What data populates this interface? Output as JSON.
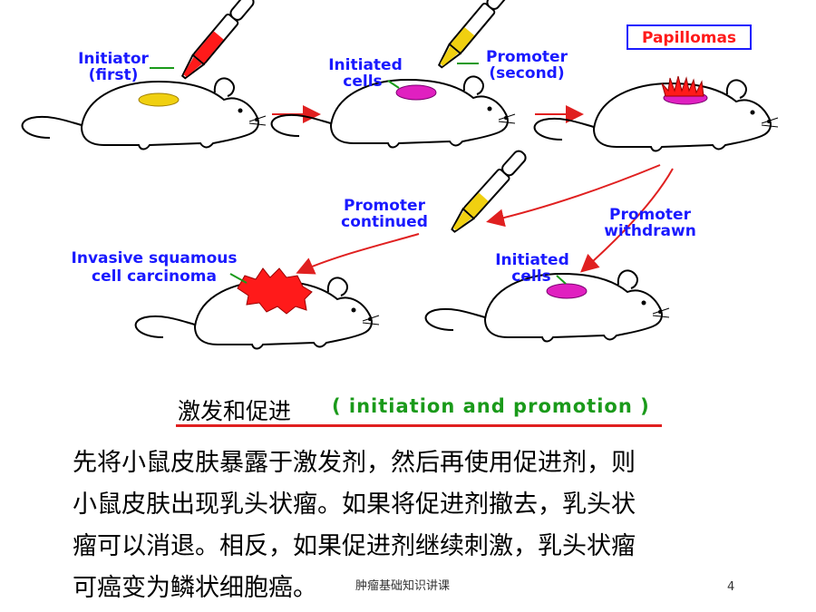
{
  "diagram": {
    "papillomas_label": "Papillomas",
    "initiator_label": [
      "Initiator",
      "(first)"
    ],
    "initiated_cells_label": [
      "Initiated",
      "cells"
    ],
    "promoter_second_label": [
      "Promoter",
      "(second)"
    ],
    "promoter_continued_label": [
      "Promoter",
      "continued"
    ],
    "promoter_withdrawn_label": [
      "Promoter",
      "withdrawn"
    ],
    "carcinoma_label": [
      "Invasive squamous",
      "cell carcinoma"
    ],
    "initiated_cells_label_2": [
      "Initiated",
      "cells"
    ]
  },
  "title": {
    "chinese": "激发和促进",
    "english": "( initiation  and  promotion )"
  },
  "body_lines": [
    "先将小鼠皮肤暴露于激发剂，然后再使用促进剂，则",
    "小鼠皮肤出现乳头状瘤。如果将促进剂撤去，乳头状",
    "瘤可以消退。相反，如果促进剂继续刺激，乳头状瘤",
    "可癌变为鳞状细胞癌。"
  ],
  "footer": {
    "text": "肿瘤基础知识讲课",
    "page": "4"
  },
  "colors": {
    "label_blue": "#1a1aff",
    "english_green": "#1a9a1a",
    "arrow_red": "#e02020",
    "initiated_magenta": "#e020c0",
    "initiator_yellow": "#f0d010",
    "tumor_red": "#ff1a1a"
  }
}
